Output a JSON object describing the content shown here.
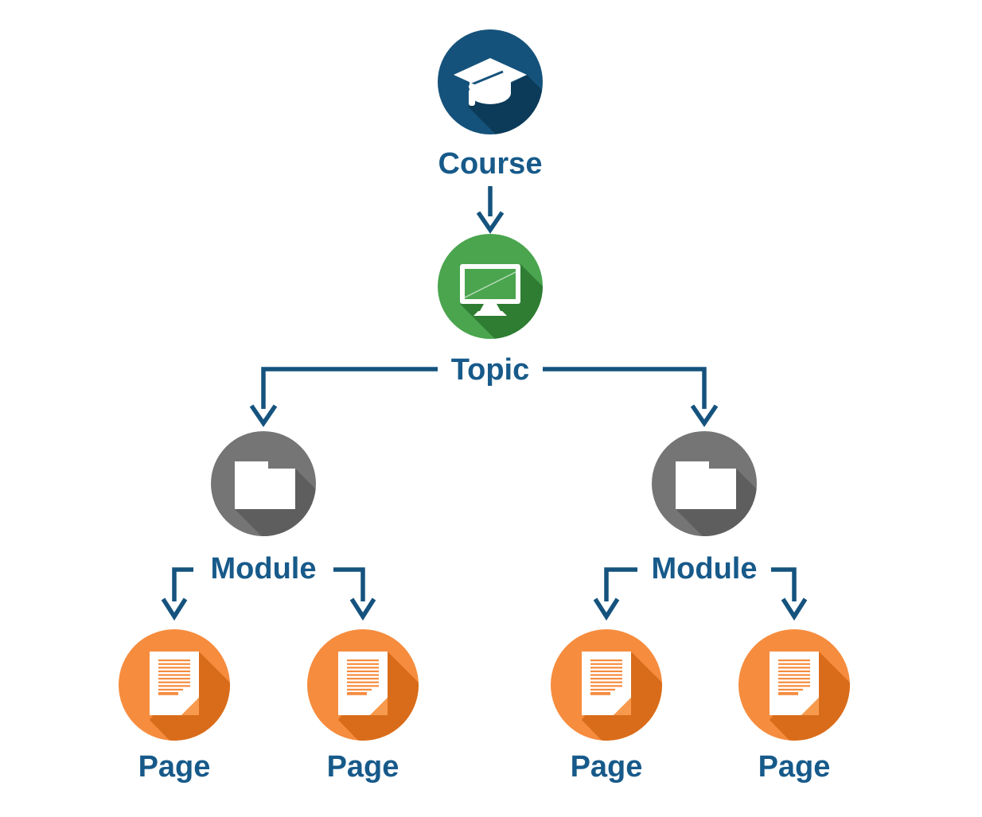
{
  "diagram": {
    "type": "hierarchy",
    "levels": [
      "Course",
      "Topic",
      "Module",
      "Page"
    ],
    "course": {
      "label": "Course",
      "icon": "graduation-cap-icon"
    },
    "topic": {
      "label": "Topic",
      "icon": "monitor-icon"
    },
    "modules": [
      {
        "label": "Module",
        "icon": "folder-icon"
      },
      {
        "label": "Module",
        "icon": "folder-icon"
      }
    ],
    "pages": [
      {
        "label": "Page",
        "icon": "document-icon"
      },
      {
        "label": "Page",
        "icon": "document-icon"
      },
      {
        "label": "Page",
        "icon": "document-icon"
      },
      {
        "label": "Page",
        "icon": "document-icon"
      }
    ],
    "edges": [
      [
        "Course",
        "Topic"
      ],
      [
        "Topic",
        "Module"
      ],
      [
        "Topic",
        "Module"
      ],
      [
        "Module",
        "Page"
      ],
      [
        "Module",
        "Page"
      ],
      [
        "Module",
        "Page"
      ],
      [
        "Module",
        "Page"
      ]
    ]
  },
  "colors": {
    "background": "#FFFFFF",
    "label_text": "#175A8A",
    "connector": "#15537E",
    "icon": "#FFFFFF",
    "course_circle": "#15527B",
    "course_shadow": "#0C3B59",
    "topic_circle": "#4AA54E",
    "topic_shadow": "#2E7D32",
    "topic_screen": "#4AA54E",
    "module_circle": "#757575",
    "module_shadow": "#5E5E5E",
    "page_circle": "#F68C3E",
    "page_shadow": "#D96C1A",
    "page_fold": "#F79A4D",
    "page_lines": "#F68C3E"
  }
}
